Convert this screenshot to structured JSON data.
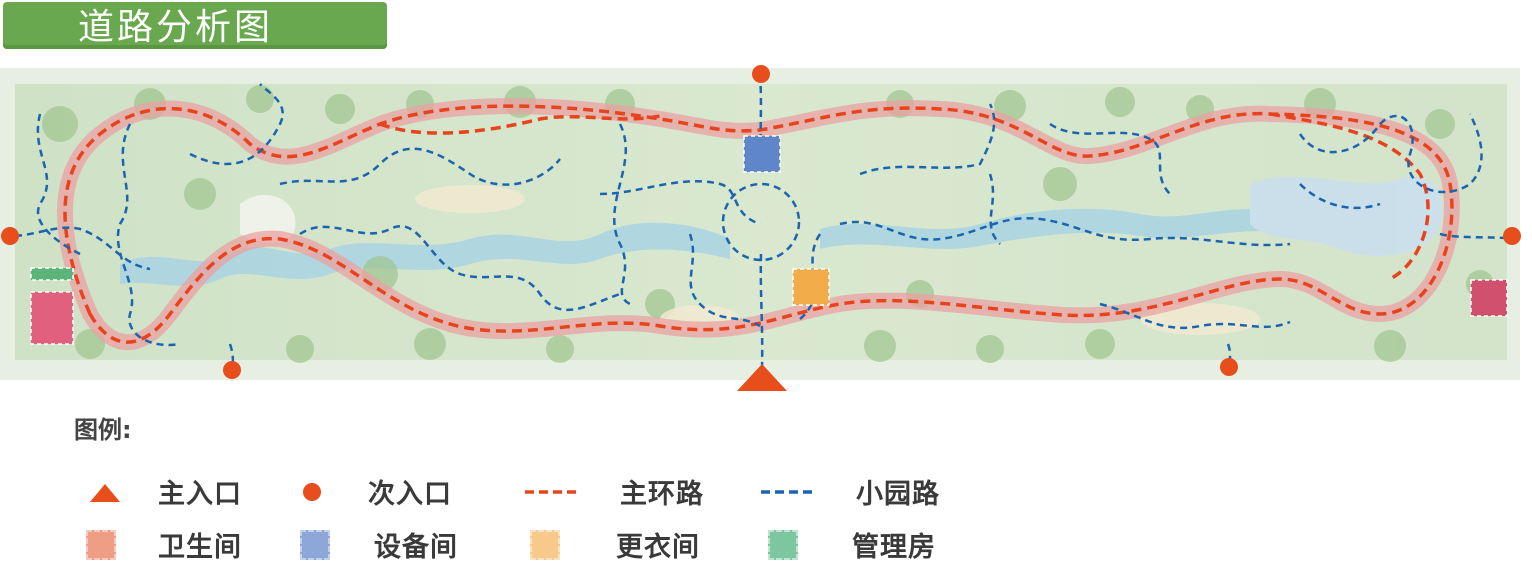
{
  "title": "道路分析图",
  "legend": {
    "heading": "图例:",
    "items": [
      {
        "label": "主入口",
        "symbol": "triangle",
        "color": "#e84e1b"
      },
      {
        "label": "次入口",
        "symbol": "dot",
        "color": "#e84e1b"
      },
      {
        "label": "主环路",
        "symbol": "red-dash",
        "color": "#e8431c"
      },
      {
        "label": "小园路",
        "symbol": "blue-dash",
        "color": "#1b65b0"
      },
      {
        "label": "卫生间",
        "symbol": "box",
        "color": "#ef9e86"
      },
      {
        "label": "设备间",
        "symbol": "box",
        "color": "#8ea7d9"
      },
      {
        "label": "更衣间",
        "symbol": "box",
        "color": "#f7c98a"
      },
      {
        "label": "管理房",
        "symbol": "box",
        "color": "#7cc7a0"
      }
    ]
  },
  "colors": {
    "title_bar": "#6aa84f",
    "main_road": "#e8431c",
    "path": "#1b65b0",
    "entrance": "#e84e1b",
    "toilet": "#e0607e",
    "equipment": "#5e86c9",
    "changing": "#f2ad4a",
    "management": "#5bb47a",
    "map_base": "#dce9d5"
  }
}
